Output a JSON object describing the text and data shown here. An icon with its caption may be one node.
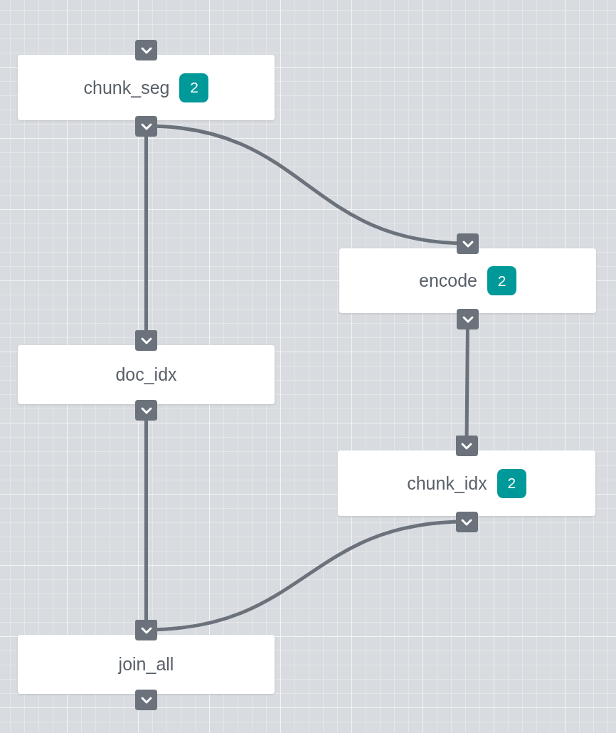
{
  "diagram": {
    "nodes": [
      {
        "text": [
          "chunk_seg",
          "2"
        ]
      },
      {
        "text": [
          "encode",
          "2"
        ]
      },
      {
        "text": [
          "doc_idx"
        ]
      },
      {
        "text": [
          "chunk_idx",
          "2"
        ]
      },
      {
        "text": [
          "join_all"
        ]
      }
    ],
    "edges": [
      {
        "from": 0,
        "to": 1,
        "arrow": "none"
      },
      {
        "from": 0,
        "to": 2,
        "arrow": "to"
      },
      {
        "from": 1,
        "to": 3,
        "arrow": "to"
      },
      {
        "from": 2,
        "to": 4,
        "arrow": "to"
      },
      {
        "from": 3,
        "to": 4,
        "arrow": "none"
      }
    ]
  }
}
